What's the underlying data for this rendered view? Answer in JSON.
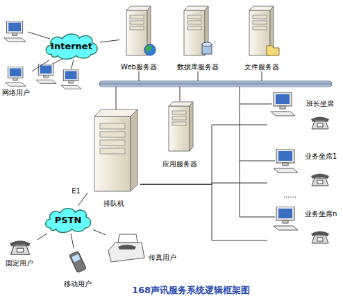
{
  "diagram": {
    "caption": "168声讯服务系统逻辑框架图",
    "nodes": [
      {
        "text": [
          "Internet"
        ]
      },
      {
        "text": [
          "网络用户"
        ]
      },
      {
        "text": [
          "Web服务器"
        ]
      },
      {
        "text": [
          "数据库服务器"
        ]
      },
      {
        "text": [
          "文件服务器"
        ]
      },
      {
        "text": [
          "应用服务器"
        ]
      },
      {
        "text": [
          "排队机"
        ]
      },
      {
        "text": [
          "PSTN"
        ]
      },
      {
        "text": [
          "固定用户"
        ]
      },
      {
        "text": [
          "移动用户"
        ]
      },
      {
        "text": [
          "传真用户"
        ]
      },
      {
        "text": [
          "班长坐席"
        ]
      },
      {
        "text": [
          "业务坐席1"
        ]
      },
      {
        "text": [
          "业务坐席n"
        ]
      }
    ],
    "edges": [
      {
        "from": 0,
        "to": 2,
        "arrow": "none"
      },
      {
        "from": 0,
        "to": 1,
        "arrow": "none"
      },
      {
        "from": 6,
        "to": 7,
        "label": "E1",
        "arrow": "none"
      },
      {
        "from": 7,
        "to": 8,
        "arrow": "none"
      },
      {
        "from": 7,
        "to": 9,
        "arrow": "none"
      },
      {
        "from": 7,
        "to": 10,
        "arrow": "none"
      },
      {
        "from": 6,
        "to": 11,
        "arrow": "none"
      },
      {
        "from": 6,
        "to": 12,
        "arrow": "none"
      },
      {
        "from": 6,
        "to": 13,
        "arrow": "none"
      }
    ],
    "labels": [
      "......"
    ]
  }
}
